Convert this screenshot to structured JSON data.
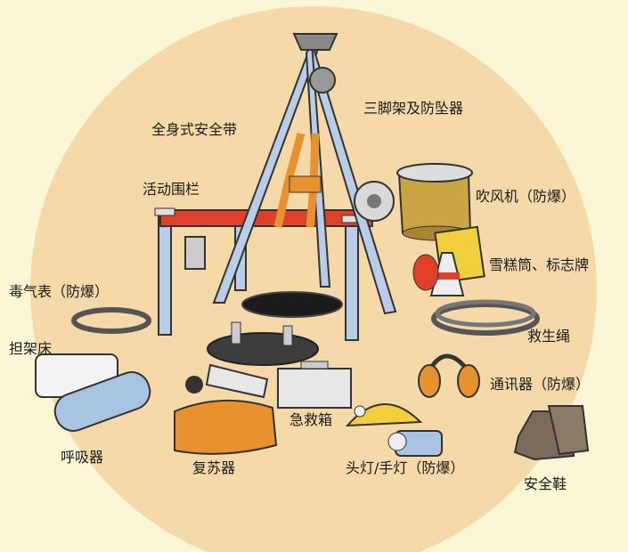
{
  "labels": {
    "tripod": "三脚架及防坠器",
    "harness": "全身式安全带",
    "barrier": "活动围栏",
    "blower": "吹风机（防爆）",
    "cones": "雪糕筒、标志牌",
    "gas_detector": "毒气表（防爆）",
    "rope": "救生绳",
    "stretcher": "担架床",
    "radio": "通讯器（防爆）",
    "first_aid": "急救箱",
    "respirator": "呼吸器",
    "resuscitator": "复苏器",
    "lamp": "头灯/手灯（防爆）",
    "shoes": "安全鞋"
  },
  "colors": {
    "background": "#fbf6d6",
    "circle": "#f6d9a8",
    "barrier_red": "#e0402a",
    "pole_blue": "#b9cde6",
    "orange": "#e8912f",
    "olive": "#c9a545"
  }
}
